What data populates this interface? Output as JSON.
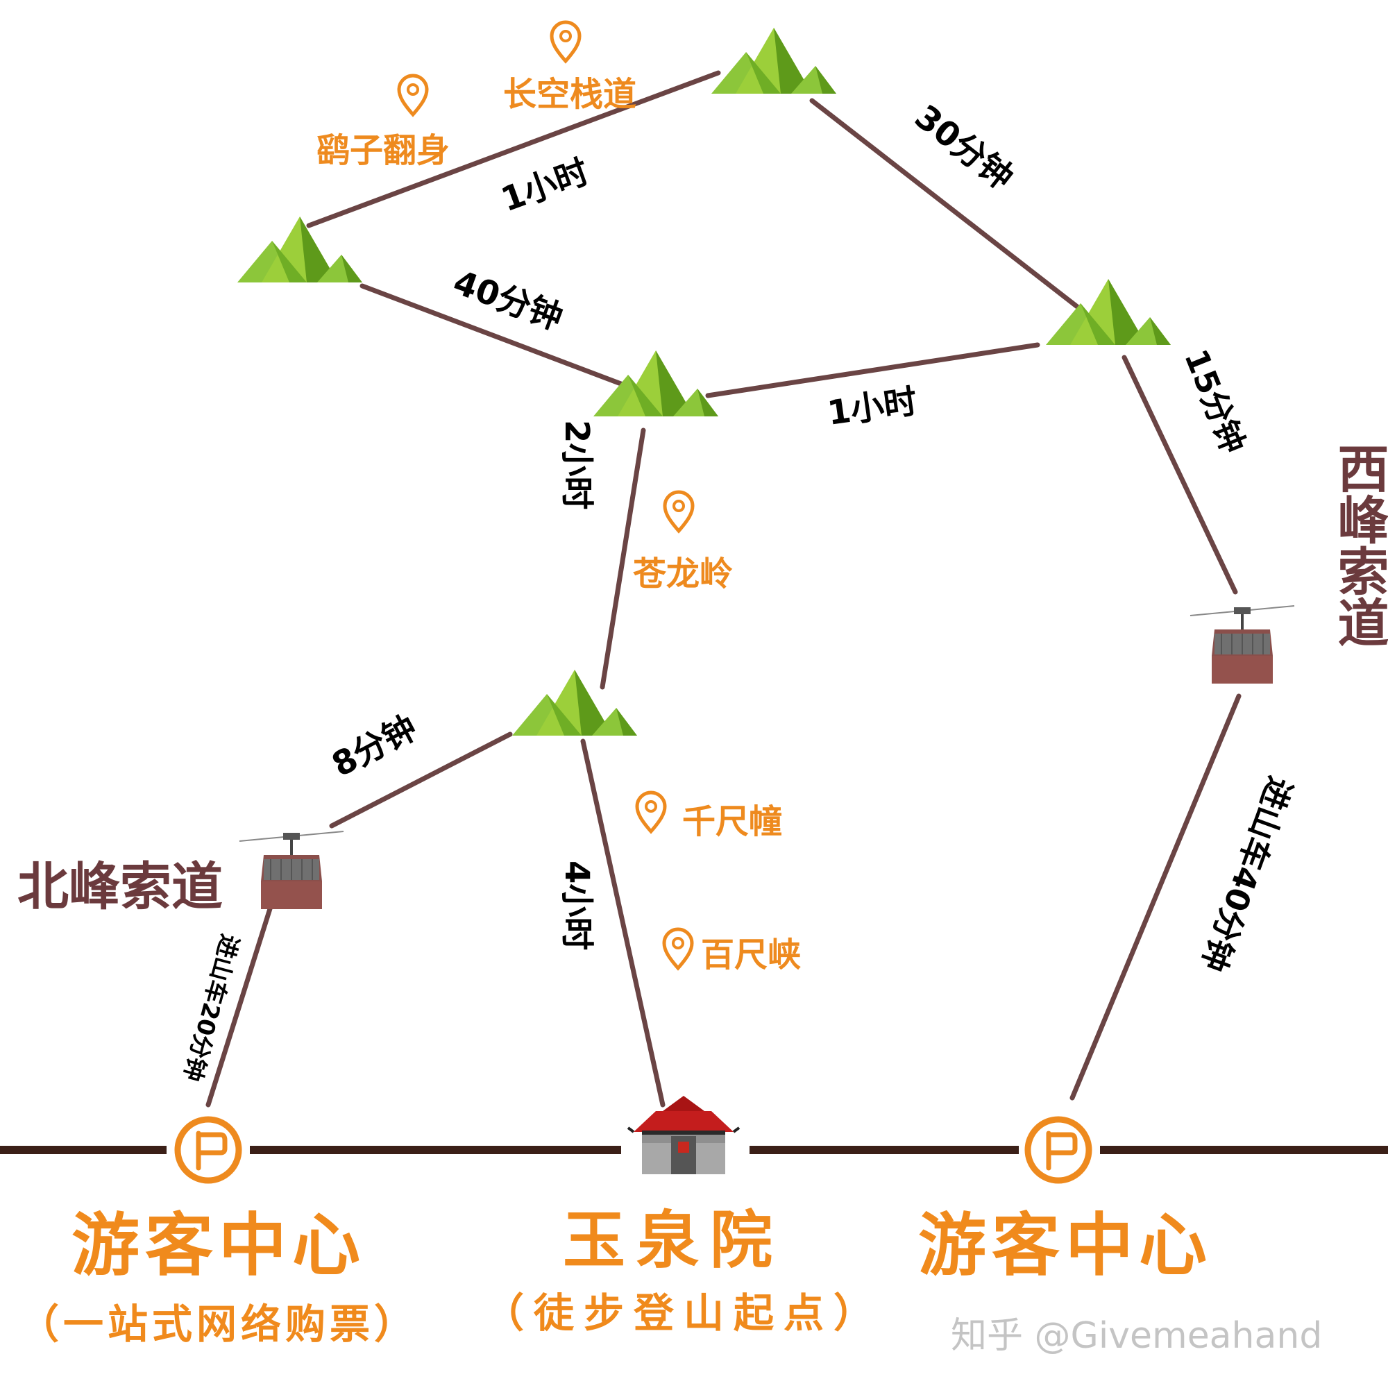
{
  "colors": {
    "path": "#6a4444",
    "base_road": "#3b2018",
    "poi": "#ee8a1e",
    "mountain_dark": "#5e9a1a",
    "mountain_light": "#9ccf3a",
    "cable_label": "#6b3a3d"
  },
  "pois": {
    "changkong": "长空栈道",
    "yaozi": "鹞子翻身",
    "canglong": "苍龙岭",
    "qianchi": "千尺幢",
    "baichi": "百尺峡"
  },
  "times": {
    "yaozi_to_changkong": "1小时",
    "summit_to_east": "30分钟",
    "west_to_center": "40分钟",
    "center_to_east": "1小时",
    "east_to_xifeng": "15分钟",
    "canglong": "2小时",
    "north_to_cable": "8分钟",
    "north_to_yuquan": "4小时",
    "north_cable_bus": "进山车20分钟",
    "west_cable_bus": "进山车40分钟"
  },
  "cableways": {
    "north": "北峰索道",
    "west": "西峰索道"
  },
  "stations": {
    "left_title": "游客中心",
    "left_sub": "（一站式网络购票）",
    "center_title": "玉泉院",
    "center_sub": "（徒步登山起点）",
    "right_title": "游客中心"
  },
  "icons": {
    "mountain": "mountain-peak-icon",
    "poi": "location-pin-icon",
    "cable_car": "cable-car-icon",
    "visitor_center": "flag-circle-icon",
    "temple": "temple-gate-icon"
  },
  "watermark": "知乎 @Givemeahand"
}
